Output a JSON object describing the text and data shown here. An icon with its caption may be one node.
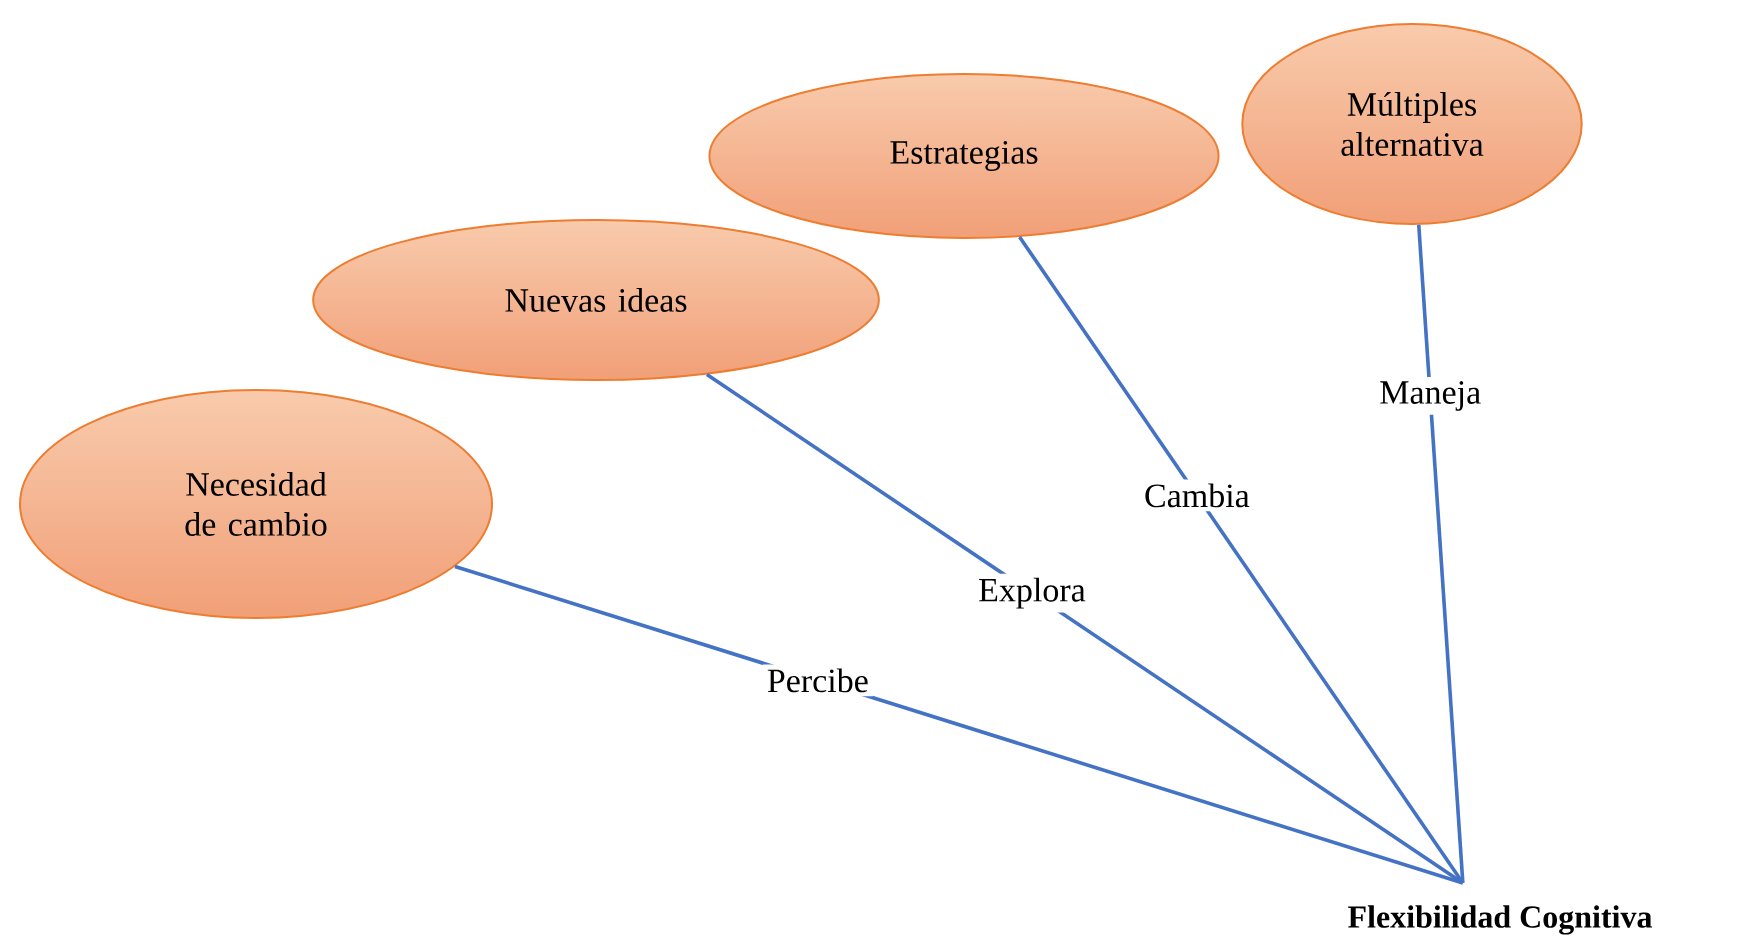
{
  "diagram": {
    "nodes": [
      {
        "text": [
          "Necesidad de cambio"
        ]
      },
      {
        "text": [
          "Nuevas ideas"
        ]
      },
      {
        "text": [
          "Estrategias"
        ]
      },
      {
        "text": [
          "Múltiples alternativa"
        ]
      },
      {
        "text": [
          "Flexibilidad Cognitiva"
        ]
      }
    ],
    "edges": [
      {
        "from": 0,
        "to": 4,
        "arrow": "none",
        "label": "Percibe"
      },
      {
        "from": 1,
        "to": 4,
        "arrow": "none",
        "label": "Explora"
      },
      {
        "from": 2,
        "to": 4,
        "arrow": "none",
        "label": "Cambia"
      },
      {
        "from": 3,
        "to": 4,
        "arrow": "none",
        "label": "Maneja"
      }
    ]
  }
}
